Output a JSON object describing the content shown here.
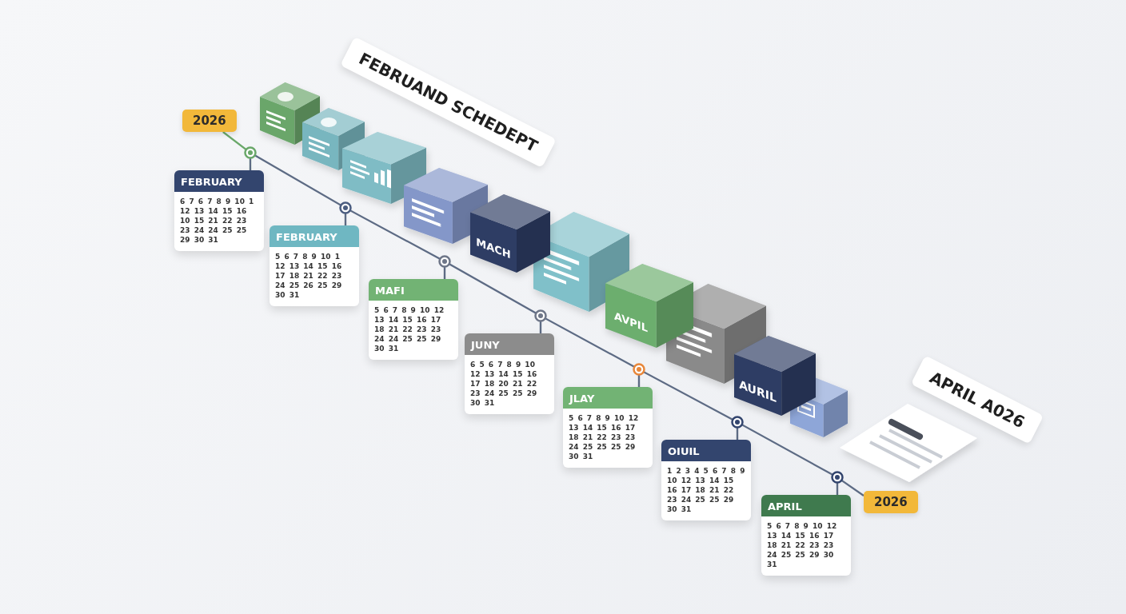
{
  "diagram": {
    "nodes": [
      {
        "text": [
          "FEBRUAND SCHEDEPT"
        ]
      },
      {
        "text": [
          "2026"
        ]
      },
      {
        "text": [
          "FEBRUARY",
          "6 7 6 7 8 9 10 1 12 13 14 15 16 10 15 21 22 23 23 24 24 25 25 29 30 31"
        ]
      },
      {
        "text": [
          "FEBRUARY",
          "5 6 7 8 9 10 1 12 13 14 15 16 17 18 21 22 23 24 25 26 25 29 30 31"
        ]
      },
      {
        "text": [
          "MAFI",
          "5 6 7 8 9 10 12 13 14 15 16 17 18 21 22 23 23 24 24 25 25 29 30 31"
        ]
      },
      {
        "text": [
          "JUNY",
          "6 5 6 7 8 9 10 12 13 14 15 16 17 18 20 21 22 23 24 25 25 29 30 31"
        ]
      },
      {
        "text": [
          "JLAY",
          "5 6 7 8 9 10 12 13 14 15 16 17 18 21 22 23 23 24 25 25 25 29 30 31"
        ]
      },
      {
        "text": [
          "OIUIL",
          "1 2 3 4 5 6 7 8 9 10 12 13 14 15 16 17 18 21 22 23 24 25 25 29 30 31"
        ]
      },
      {
        "text": [
          "APRIL",
          "5 6 7 8 9 10 12 13 14 15 16 17 18 21 22 23 23 24 25 25 29 30 31"
        ]
      },
      {
        "text": [
          "MACH"
        ]
      },
      {
        "text": [
          "AVPIL"
        ]
      },
      {
        "text": [
          "AURIL"
        ]
      },
      {
        "text": [
          "APRIL A026"
        ]
      },
      {
        "text": [
          "2026"
        ]
      }
    ],
    "edges": [
      {
        "from": 1,
        "to": 2,
        "arrow": "none"
      },
      {
        "from": 2,
        "to": 3,
        "arrow": "none"
      },
      {
        "from": 3,
        "to": 4,
        "arrow": "none"
      },
      {
        "from": 4,
        "to": 5,
        "arrow": "none"
      },
      {
        "from": 5,
        "to": 6,
        "arrow": "none"
      },
      {
        "from": 6,
        "to": 7,
        "arrow": "none"
      },
      {
        "from": 7,
        "to": 8,
        "arrow": "none"
      },
      {
        "from": 8,
        "to": 13,
        "arrow": "none"
      }
    ]
  }
}
